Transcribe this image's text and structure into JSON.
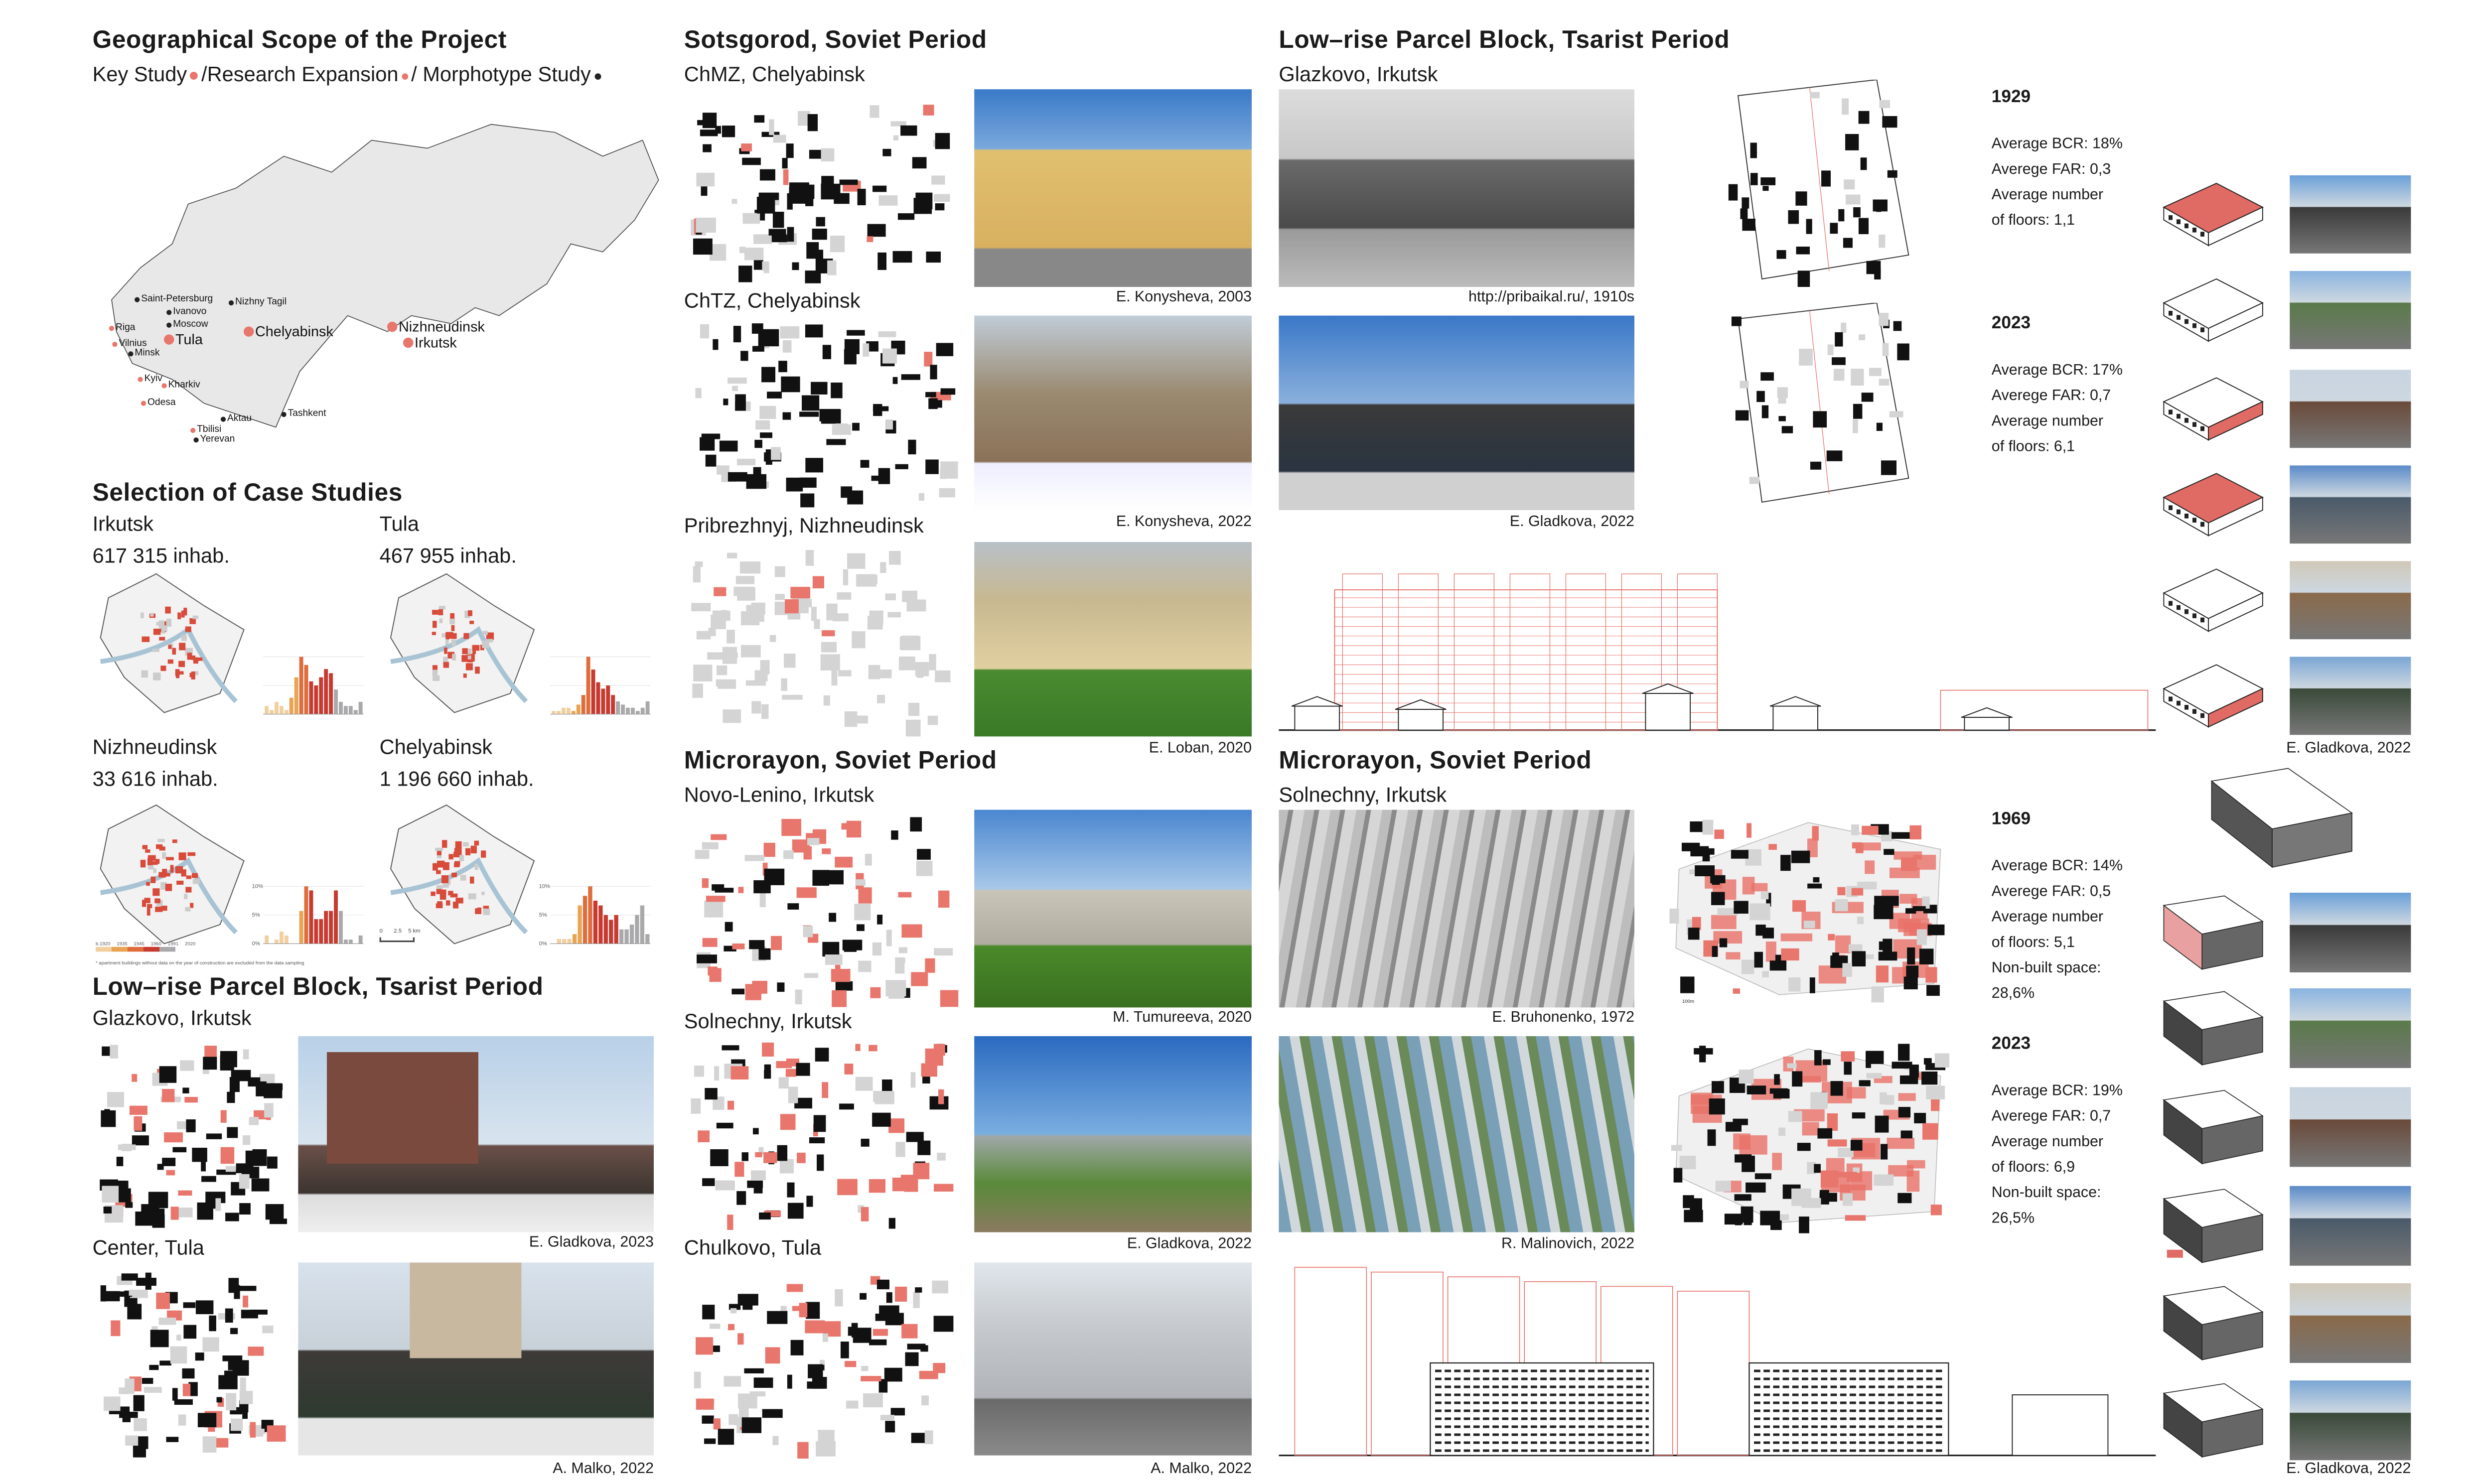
{
  "colors": {
    "accent": "#e8766c",
    "dark": "#222222",
    "land": "#e8e8e8"
  },
  "scope": {
    "title": "Geographical Scope of the Project",
    "legend": [
      "Key Study",
      "/Research Expansion",
      "/ Morphotype Study"
    ],
    "cities": [
      {
        "name": "Saint-Petersburg",
        "type": "morph"
      },
      {
        "name": "Nizhny Tagil",
        "type": "morph"
      },
      {
        "name": "Ivanovo",
        "type": "morph"
      },
      {
        "name": "Riga",
        "type": "exp"
      },
      {
        "name": "Moscow",
        "type": "morph"
      },
      {
        "name": "Vilnius",
        "type": "exp"
      },
      {
        "name": "Minsk",
        "type": "morph"
      },
      {
        "name": "Tula",
        "type": "key"
      },
      {
        "name": "Chelyabinsk",
        "type": "key"
      },
      {
        "name": "Nizhneudinsk",
        "type": "key"
      },
      {
        "name": "Irkutsk",
        "type": "key"
      },
      {
        "name": "Kyiv",
        "type": "exp"
      },
      {
        "name": "Kharkiv",
        "type": "exp"
      },
      {
        "name": "Odesa",
        "type": "exp"
      },
      {
        "name": "Aktau",
        "type": "morph"
      },
      {
        "name": "Tashkent",
        "type": "morph"
      },
      {
        "name": "Tbilisi",
        "type": "exp"
      },
      {
        "name": "Yerevan",
        "type": "morph"
      }
    ]
  },
  "cases": {
    "title": "Selection of Case Studies",
    "items": [
      {
        "city": "Irkutsk",
        "pop": "617 315 inhab.",
        "hist": [
          2,
          1,
          3,
          2,
          1,
          4,
          9,
          14,
          12,
          8,
          7,
          9,
          11,
          10,
          6,
          3,
          2,
          2,
          1,
          3
        ],
        "era": [
          0,
          0,
          0,
          0,
          0,
          1,
          1,
          2,
          2,
          3,
          3,
          3,
          3,
          3,
          4,
          4,
          4,
          4,
          4,
          4
        ]
      },
      {
        "city": "Tula",
        "pop": "467 955 inhab.",
        "hist": [
          1,
          1,
          2,
          2,
          1,
          3,
          6,
          18,
          14,
          10,
          8,
          9,
          6,
          4,
          3,
          2,
          2,
          1,
          2,
          4
        ],
        "era": [
          0,
          0,
          0,
          0,
          1,
          1,
          2,
          2,
          3,
          3,
          3,
          3,
          3,
          4,
          4,
          4,
          4,
          4,
          4,
          4
        ]
      },
      {
        "city": "Nizhneudinsk",
        "pop": "33 616 inhab.",
        "hist": [
          2,
          0,
          1,
          3,
          2,
          0,
          0,
          8,
          14,
          13,
          6,
          6,
          8,
          8,
          13,
          8,
          1,
          1,
          0,
          2
        ],
        "era": [
          0,
          0,
          0,
          0,
          0,
          0,
          1,
          1,
          2,
          3,
          3,
          3,
          3,
          3,
          3,
          4,
          4,
          4,
          4,
          4
        ],
        "ticks": [
          "0%",
          "5%",
          "10%"
        ]
      },
      {
        "city": "Chelyabinsk",
        "pop": "1 196 660 inhab.",
        "hist": [
          0,
          1,
          1,
          1,
          2,
          8,
          10,
          12,
          9,
          8,
          6,
          5,
          6,
          3,
          3,
          4,
          6,
          8,
          2
        ],
        "era": [
          0,
          0,
          0,
          0,
          1,
          1,
          2,
          2,
          3,
          3,
          3,
          3,
          3,
          4,
          4,
          4,
          4,
          4,
          4
        ],
        "ticks": [
          "0%",
          "5%",
          "10%"
        ]
      }
    ],
    "legend_years": [
      "b.1920",
      "1935",
      "1945",
      "1960",
      "1991",
      "2020"
    ],
    "era_colors": [
      "#f2cf9e",
      "#e9a453",
      "#e06c3c",
      "#c83a30",
      "#a9a9ab"
    ],
    "footnote": "* apartment buildings without data on the year of construction are excluded from the data sampling",
    "scale": [
      "0",
      "2.5",
      "5 km"
    ]
  },
  "tsarist_left": {
    "title": "Low–rise Parcel Block, Tsarist Period",
    "sub1": "Glazkovo, Irkutsk",
    "cap1": "E. Gladkova, 2023",
    "sub2": "Center, Tula",
    "cap2": "A. Malko, 2022"
  },
  "sotsgorod": {
    "title": "Sotsgorod, Soviet Period",
    "sub1": "ChMZ, Chelyabinsk",
    "cap1": "E. Konysheva, 2003",
    "sub2": "ChTZ, Chelyabinsk",
    "cap2": "E. Konysheva, 2022",
    "sub3": "Pribrezhnyj, Nizhneudinsk",
    "cap3": "E. Loban, 2020"
  },
  "micro_mid": {
    "title": "Microrayon, Soviet Period",
    "sub1": "Novo-Lenino, Irkutsk",
    "cap1": "M. Tumureeva, 2020",
    "sub2": "Solnechny, Irkutsk",
    "cap2": "E. Gladkova, 2022",
    "sub3": "Chulkovo, Tula",
    "cap3": "A. Malko, 2022"
  },
  "tsarist_right": {
    "title": "Low–rise Parcel Block, Tsarist Period",
    "sub": "Glazkovo, Irkutsk",
    "cap1": "http://pribaikal.ru/, 1910s",
    "cap2": "E. Gladkova, 2022",
    "y1": "1929",
    "stats1": "Average BCR: 18%\nAverege FAR: 0,3\nAverage number\nof floors: 1,1",
    "y2": "2023",
    "stats2": "Average BCR: 17%\nAverege FAR: 0,7\nAverage number\nof floors: 6,1",
    "photo_cap": "E. Gladkova, 2022"
  },
  "micro_right": {
    "title": "Microrayon, Soviet Period",
    "sub": "Solnechny, Irkutsk",
    "cap1": "E. Bruhonenko, 1972",
    "cap2": "R. Malinovich, 2022",
    "y1": "1969",
    "stats1": "Average BCR: 14%\nAverege FAR: 0,5\nAverage number\nof floors: 5,1\nNon-built space:\n28,6%",
    "y2": "2023",
    "stats2": "Average BCR: 19%\nAverege FAR: 0,7\nAverage number\nof floors: 6,9\nNon-built space:\n26,5%",
    "photo_cap": "E. Gladkova, 2022",
    "scale": "100m"
  }
}
